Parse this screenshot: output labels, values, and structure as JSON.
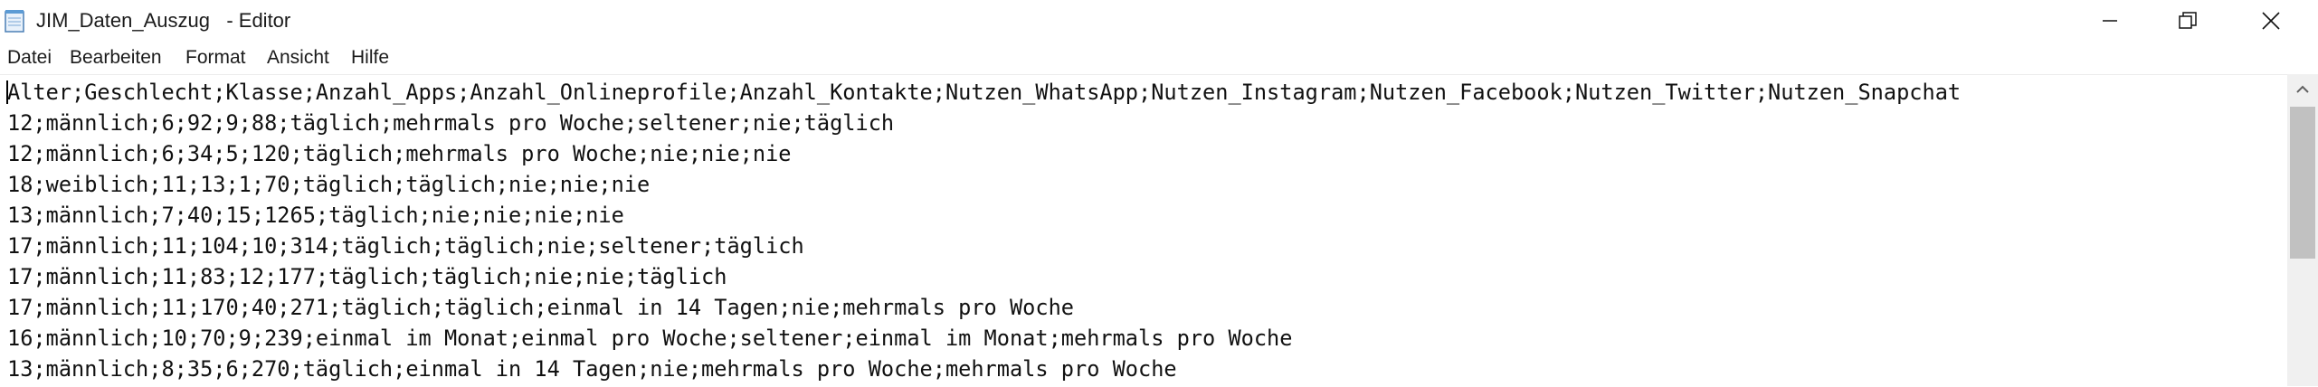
{
  "window": {
    "title": "JIM_Daten_Auszug   - Editor",
    "icon": "notepad-icon"
  },
  "menu": [
    "Datei",
    "Bearbeiten",
    "Format",
    "Ansicht",
    "Hilfe"
  ],
  "lines": [
    "Alter;Geschlecht;Klasse;Anzahl_Apps;Anzahl_Onlineprofile;Anzahl_Kontakte;Nutzen_WhatsApp;Nutzen_Instagram;Nutzen_Facebook;Nutzen_Twitter;Nutzen_Snapchat",
    "12;männlich;6;92;9;88;täglich;mehrmals pro Woche;seltener;nie;täglich",
    "12;männlich;6;34;5;120;täglich;mehrmals pro Woche;nie;nie;nie",
    "18;weiblich;11;13;1;70;täglich;täglich;nie;nie;nie",
    "13;männlich;7;40;15;1265;täglich;nie;nie;nie;nie",
    "17;männlich;11;104;10;314;täglich;täglich;nie;seltener;täglich",
    "17;männlich;11;83;12;177;täglich;täglich;nie;nie;täglich",
    "17;männlich;11;170;40;271;täglich;täglich;einmal in 14 Tagen;nie;mehrmals pro Woche",
    "16;männlich;10;70;9;239;einmal im Monat;einmal pro Woche;seltener;einmal im Monat;mehrmals pro Woche",
    "13;männlich;8;35;6;270;täglich;einmal in 14 Tagen;nie;mehrmals pro Woche;mehrmals pro Woche"
  ]
}
